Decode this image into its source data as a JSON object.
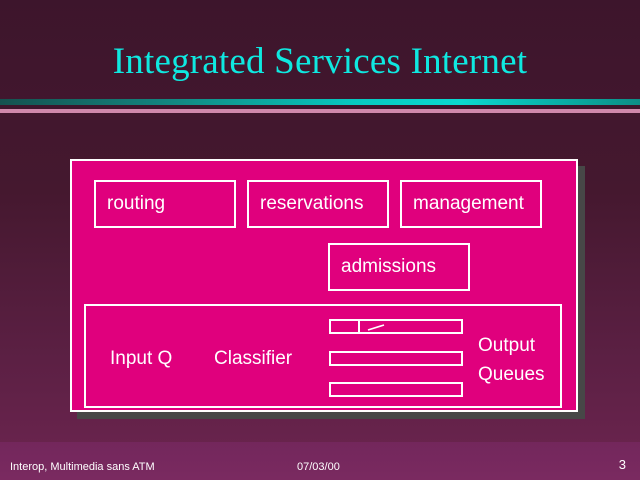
{
  "slide": {
    "title": "Integrated Services Internet",
    "page_number": "3",
    "colors": {
      "title_text": "#0fe8e0",
      "diagram_fill": "#e0007d",
      "diagram_border": "#ffffff",
      "rule_teal": "#0bd8cf",
      "rule_pink": "#d088ab",
      "background_top": "#3d152c",
      "background_bottom": "#6d2550",
      "footer_background": "#73275c",
      "shadow": "#474747"
    }
  },
  "diagram": {
    "control_plane_boxes": [
      {
        "id": "routing",
        "label": "routing"
      },
      {
        "id": "reservations",
        "label": "reservations"
      },
      {
        "id": "management",
        "label": "management"
      },
      {
        "id": "admissions",
        "label": "admissions"
      }
    ],
    "forwarding_panel": {
      "input_queue_label": "Input Q",
      "classifier_label": "Classifier",
      "output_queues_label": "Output\nQueues",
      "output_queues_label_line1": "Output",
      "output_queues_label_line2": "Queues",
      "queue_count": 3,
      "queues": [
        {
          "id": "queue-1",
          "has_divider": true,
          "has_packet_mark": true
        },
        {
          "id": "queue-2",
          "has_divider": false,
          "has_packet_mark": false
        },
        {
          "id": "queue-3",
          "has_divider": false,
          "has_packet_mark": false
        }
      ]
    }
  },
  "footer": {
    "left": "Interop, Multimedia sans ATM",
    "date": "07/03/00",
    "page": "3"
  }
}
